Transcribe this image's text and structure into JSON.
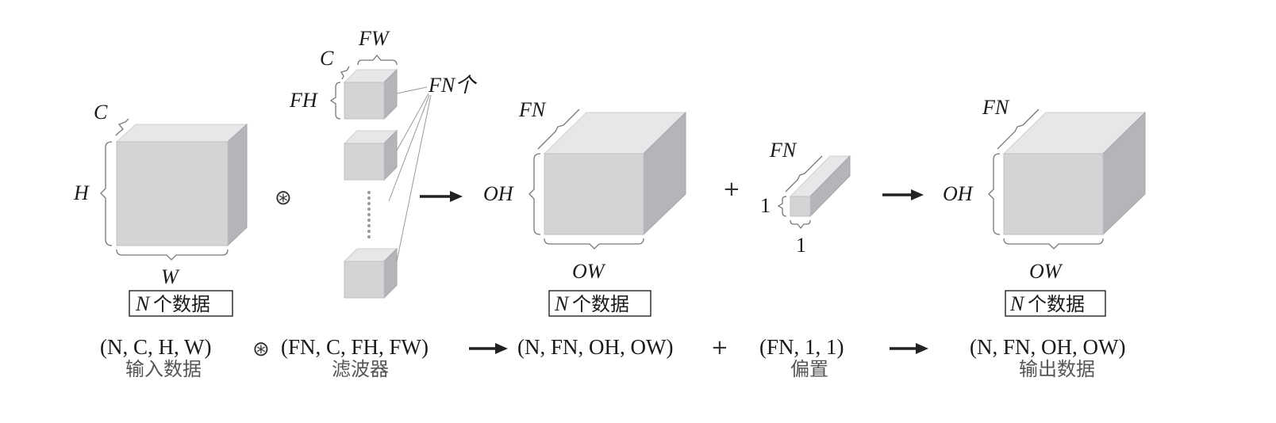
{
  "input_block": {
    "dim_channel": "C",
    "dim_height": "H",
    "dim_width": "W",
    "batch_box": {
      "n": "N",
      "text": "个数据"
    }
  },
  "operator_conv": "⊛",
  "filter_block": {
    "dim_channel": "C",
    "dim_width": "FW",
    "dim_height": "FH",
    "count_label": "FN个"
  },
  "conv_output_block": {
    "dim_channel": "FN",
    "dim_height": "OH",
    "dim_width": "OW",
    "batch_box": {
      "n": "N",
      "text": "个数据"
    }
  },
  "operator_plus": "+",
  "bias_block": {
    "dim_channel": "FN",
    "dim_height": "1",
    "dim_width": "1"
  },
  "final_output_block": {
    "dim_channel": "FN",
    "dim_height": "OH",
    "dim_width": "OW",
    "batch_box": {
      "n": "N",
      "text": "个数据"
    }
  },
  "bottom_row": {
    "input_shape": "(N, C, H, W)",
    "input_caption": "输入数据",
    "conv_op": "⊛",
    "filter_shape": "(FN, C, FH, FW)",
    "filter_caption": "滤波器",
    "conv_result_shape": "(N, FN, OH, OW)",
    "plus_op": "+",
    "bias_shape": "(FN, 1, 1)",
    "bias_caption": "偏置",
    "output_shape": "(N, FN, OH, OW)",
    "output_caption": "输出数据"
  }
}
